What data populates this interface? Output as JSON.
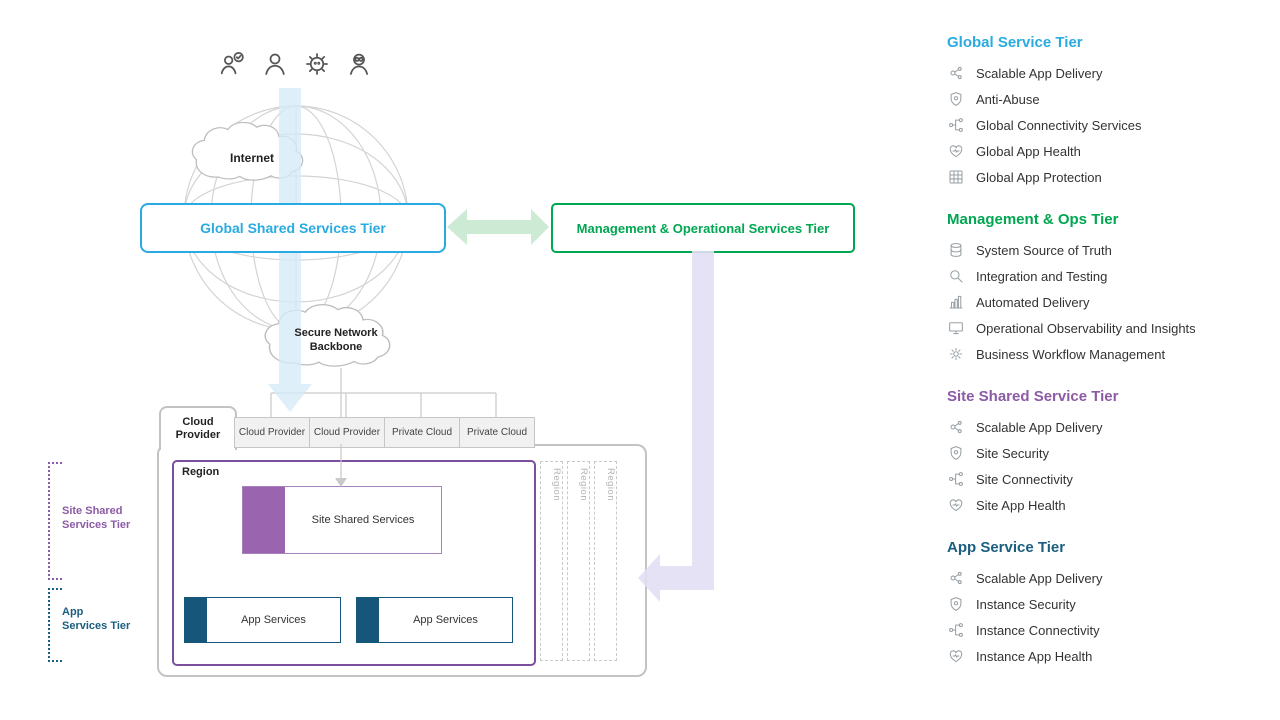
{
  "colors": {
    "global_blue": "#29ABE2",
    "mgmt_green": "#00A651",
    "site_purple": "#8C5BA5",
    "app_navy": "#1B5E80"
  },
  "top_icons": [
    {
      "name": "users-check-icon"
    },
    {
      "name": "person-icon"
    },
    {
      "name": "gear-face-icon"
    },
    {
      "name": "person-glasses-icon"
    }
  ],
  "diagram": {
    "internet_label": "Internet",
    "global_tier_box": "Global Shared Services Tier",
    "mgmt_tier_box": "Management & Operational Services Tier",
    "backbone_label": "Secure Network\nBackbone",
    "provider_tabs": [
      "Cloud Provider",
      "Cloud Provider",
      "Cloud Provider",
      "Private Cloud",
      "Private Cloud"
    ],
    "region_label": "Region",
    "site_shared_services_box": "Site Shared Services",
    "app_services_boxes": [
      "App Services",
      "App Services"
    ],
    "ghost_region_labels": [
      "Region",
      "Region",
      "Region"
    ],
    "side_labels": {
      "site": "Site Shared\nServices Tier",
      "app": "App\nServices Tier"
    }
  },
  "legend": [
    {
      "title": "Global Service Tier",
      "items": [
        {
          "icon": "scalable-app-delivery-icon",
          "label": "Scalable App Delivery"
        },
        {
          "icon": "anti-abuse-shield-icon",
          "label": "Anti-Abuse"
        },
        {
          "icon": "connectivity-icon",
          "label": "Global Connectivity Services"
        },
        {
          "icon": "app-health-heart-icon",
          "label": "Global App Health"
        },
        {
          "icon": "app-protection-grid-icon",
          "label": "Global App Protection"
        }
      ]
    },
    {
      "title": "Management & Ops Tier",
      "items": [
        {
          "icon": "source-of-truth-database-icon",
          "label": "System Source of Truth"
        },
        {
          "icon": "integration-testing-icon",
          "label": "Integration and Testing"
        },
        {
          "icon": "automated-delivery-icon",
          "label": "Automated Delivery"
        },
        {
          "icon": "observability-icon",
          "label": "Operational Observability and Insights"
        },
        {
          "icon": "workflow-gear-icon",
          "label": "Business Workflow Management"
        }
      ]
    },
    {
      "title": "Site Shared Service Tier",
      "items": [
        {
          "icon": "scalable-app-delivery-icon",
          "label": "Scalable App Delivery"
        },
        {
          "icon": "security-shield-icon",
          "label": "Site Security"
        },
        {
          "icon": "connectivity-icon",
          "label": "Site Connectivity"
        },
        {
          "icon": "app-health-heart-icon",
          "label": "Site App Health"
        }
      ]
    },
    {
      "title": "App Service Tier",
      "items": [
        {
          "icon": "scalable-app-delivery-icon",
          "label": "Scalable App Delivery"
        },
        {
          "icon": "security-shield-icon",
          "label": "Instance Security"
        },
        {
          "icon": "connectivity-icon",
          "label": "Instance Connectivity"
        },
        {
          "icon": "app-health-heart-icon",
          "label": "Instance App Health"
        }
      ]
    }
  ]
}
